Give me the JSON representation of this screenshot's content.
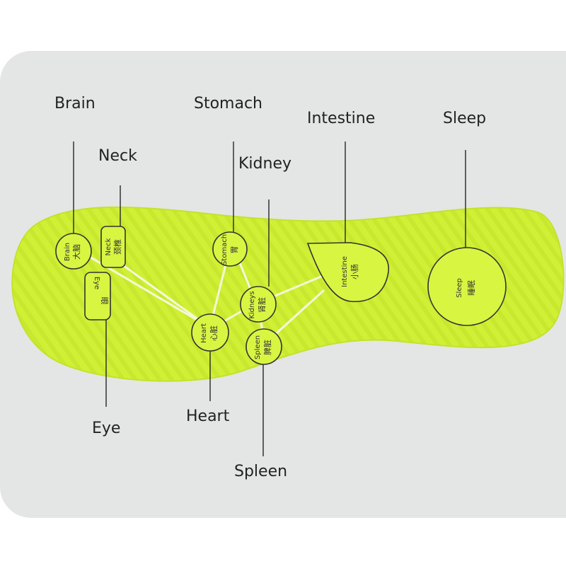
{
  "colors": {
    "background": "#ffffff",
    "card": "#e3e6e5",
    "insole": "#d0f035",
    "insole_edge": "#c4e22c",
    "zone": "#d8f542",
    "line": "#333333"
  },
  "zones": {
    "brain": {
      "label": "Brain",
      "en": "Brain",
      "cn": "大脑"
    },
    "neck": {
      "label": "Neck",
      "en": "Neck",
      "cn": "颈椎"
    },
    "eye": {
      "label": "Eye",
      "en": "Eye",
      "cn": "眼"
    },
    "stomach": {
      "label": "Stomach",
      "en": "Stomach",
      "cn": "胃"
    },
    "kidney": {
      "label": "Kidney",
      "en": "Kidneys",
      "cn": "肾脏"
    },
    "heart": {
      "label": "Heart",
      "en": "Heart",
      "cn": "心脏"
    },
    "spleen": {
      "label": "Spleen",
      "en": "Spleen",
      "cn": "脾脏"
    },
    "intestine": {
      "label": "Intestine",
      "en": "Intestine",
      "cn": "小肠"
    },
    "sleep": {
      "label": "Sleep",
      "en": "Sleep",
      "cn": "睡眠"
    }
  }
}
